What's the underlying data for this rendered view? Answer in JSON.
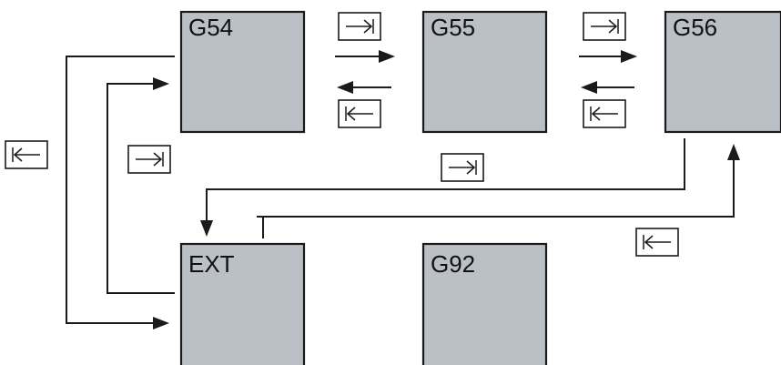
{
  "offsets": [
    {
      "id": "g54",
      "label": "G54"
    },
    {
      "id": "g55",
      "label": "G55"
    },
    {
      "id": "g56",
      "label": "G56"
    },
    {
      "id": "ext",
      "label": "EXT"
    },
    {
      "id": "g92",
      "label": "G92"
    }
  ],
  "keys": {
    "next": {
      "icon": "tab-forward-key-icon"
    },
    "previous": {
      "icon": "tab-backward-key-icon"
    }
  },
  "colors": {
    "box_fill": "#bbbfc6",
    "line": "#1a1a1a",
    "background": "#ffffff"
  }
}
